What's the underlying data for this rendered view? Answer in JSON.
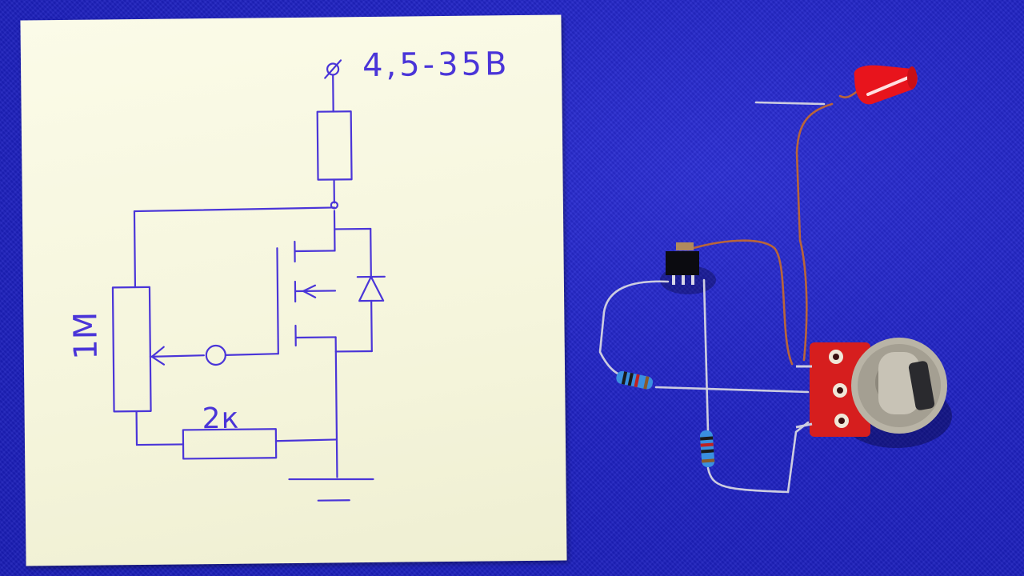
{
  "schematic": {
    "supply_voltage_label": "4,5-35В",
    "potentiometer_label": "1М",
    "resistor_label": "2к"
  },
  "colors": {
    "cloth": "#1f22c2",
    "paper": "#f5f5dc",
    "ink": "#4a35d8",
    "led": "#e8141c",
    "pcb": "#d61e1e",
    "wire_copper": "#b9653a",
    "wire_tinned": "#c9c9d6"
  },
  "objects": [
    "paper-with-schematic",
    "led-icon",
    "mosfet-icon",
    "potentiometer-icon",
    "resistor-icon"
  ]
}
